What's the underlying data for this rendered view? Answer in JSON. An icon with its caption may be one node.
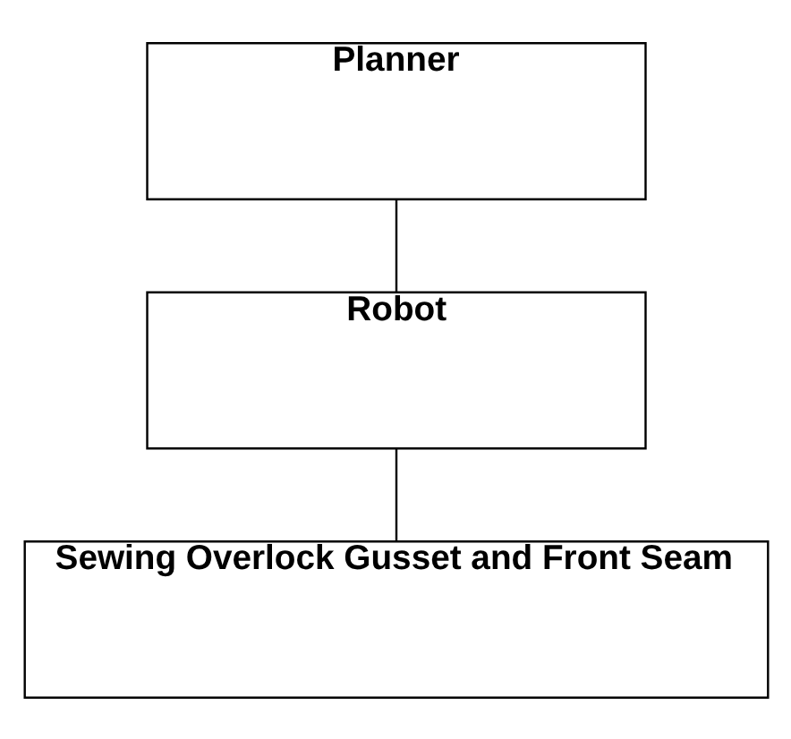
{
  "diagram": {
    "nodes": [
      {
        "text": [
          "Planner"
        ]
      },
      {
        "text": [
          "Robot"
        ]
      },
      {
        "text": [
          "Sewing Overlock Gusset and Front Seam"
        ]
      }
    ],
    "edges": [
      {
        "from": 0,
        "to": 1,
        "arrow": "none"
      },
      {
        "from": 1,
        "to": 2,
        "arrow": "none"
      }
    ]
  }
}
